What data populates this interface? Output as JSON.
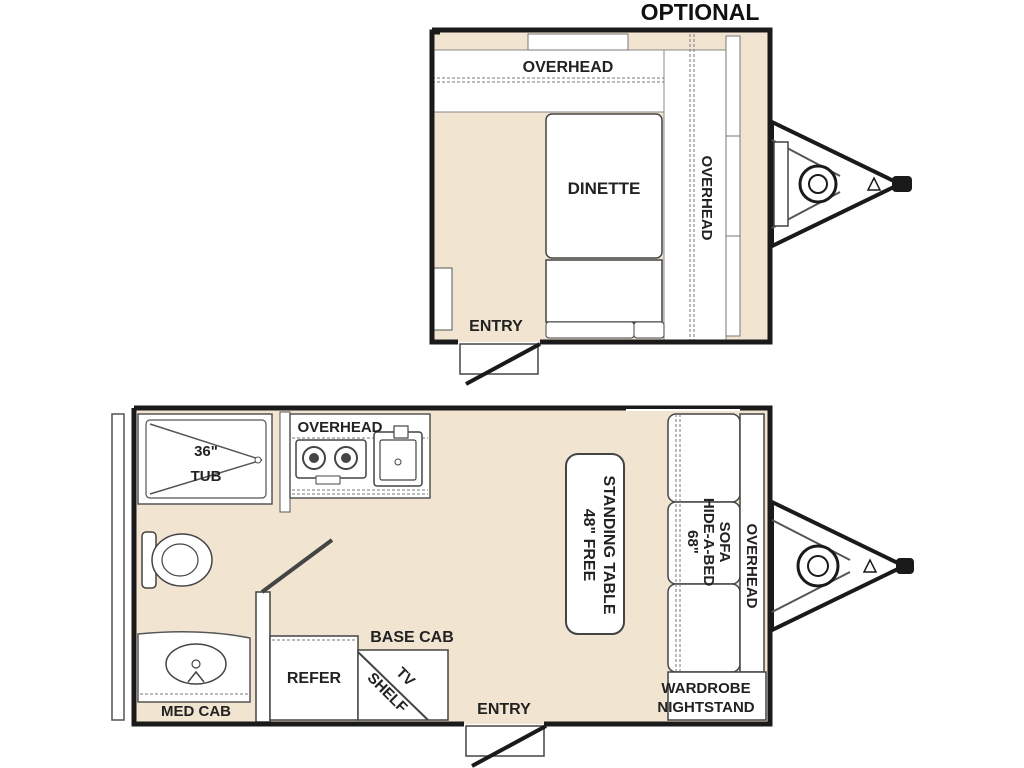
{
  "optional_heading": "OPTIONAL",
  "optional_plan": {
    "overhead_top": "OVERHEAD",
    "dinette": "DINETTE",
    "overhead_side": "OVERHEAD",
    "entry": "ENTRY"
  },
  "main_plan": {
    "tub_size": "36\"",
    "tub": "TUB",
    "overhead_kitchen": "OVERHEAD",
    "table_line1": "48\" FREE",
    "table_line2": "STANDING TABLE",
    "sofa_line1": "68\"",
    "sofa_line2": "HIDE-A-BED",
    "sofa_line3": "SOFA",
    "overhead_side": "OVERHEAD",
    "base_cab": "BASE CAB",
    "refer": "REFER",
    "tv": "TV",
    "shelf": "SHELF",
    "med_cab": "MED CAB",
    "entry": "ENTRY",
    "wardrobe": "WARDROBE",
    "nightstand": "NIGHTSTAND"
  },
  "colors": {
    "floor": "#f1e5d2",
    "wall": "#1a1a1a",
    "furniture": "#ffffff",
    "outline": "#444444"
  }
}
